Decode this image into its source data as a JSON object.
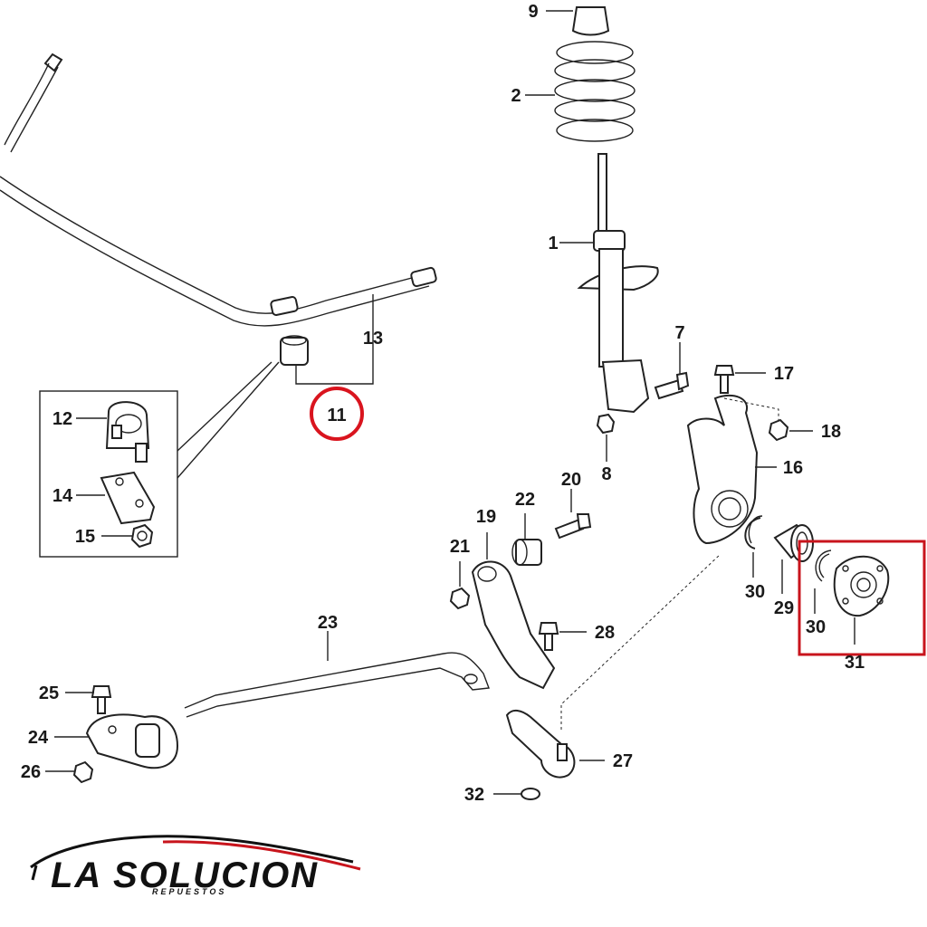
{
  "callouts": {
    "c1": "1",
    "c2": "2",
    "c7": "7",
    "c8": "8",
    "c9": "9",
    "c11": "11",
    "c12": "12",
    "c13": "13",
    "c14": "14",
    "c15": "15",
    "c16": "16",
    "c17": "17",
    "c18": "18",
    "c19": "19",
    "c20": "20",
    "c21": "21",
    "c22": "22",
    "c23": "23",
    "c24": "24",
    "c25": "25",
    "c26": "26",
    "c27": "27",
    "c28": "28",
    "c29": "29",
    "c30a": "30",
    "c30b": "30",
    "c31": "31",
    "c32": "32"
  },
  "highlights": {
    "circle_color": "#d9141e",
    "box_color": "#c8141c"
  },
  "logo": {
    "name": "LA SOLUCION",
    "tagline": "REPUESTOS",
    "accent_color": "#c8141c"
  }
}
